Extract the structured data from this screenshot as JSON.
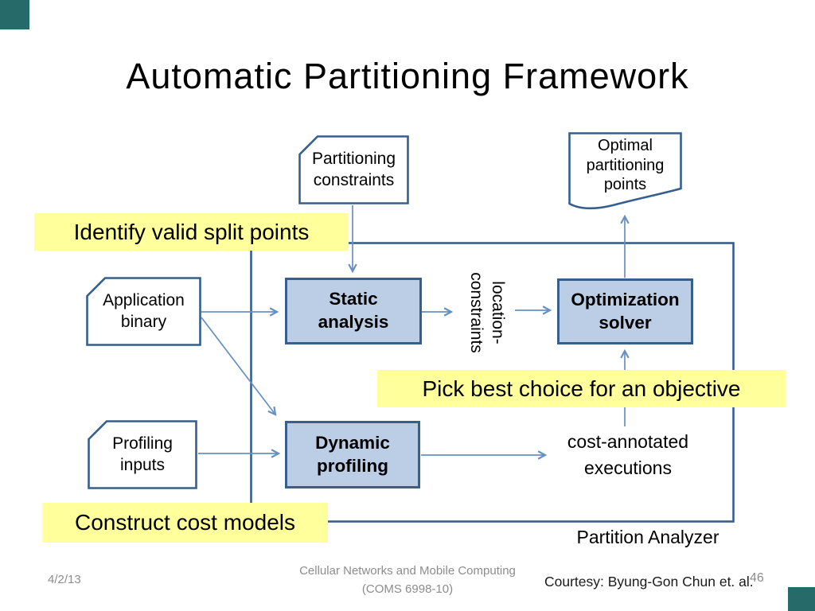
{
  "slide": {
    "title": "Automatic Partitioning Framework",
    "footer": {
      "date": "4/2/13",
      "course": [
        "Cellular Networks and Mobile Computing",
        "(COMS 6998-10)"
      ],
      "courtesy": "Courtesy: Byung-Gon Chun et. al.",
      "page_number": "46"
    }
  },
  "diagram": {
    "container_label": "Partition Analyzer",
    "input_shapes": {
      "partitioning_constraints": {
        "lines": [
          "Partitioning",
          "constraints"
        ]
      },
      "application_binary": {
        "lines": [
          "Application",
          "binary"
        ]
      },
      "profiling_inputs": {
        "lines": [
          "Profiling",
          "inputs"
        ]
      }
    },
    "output_shape": {
      "optimal_partitioning_points": {
        "lines": [
          "Optimal",
          "partitioning",
          "points"
        ]
      }
    },
    "process_boxes": {
      "static_analysis": {
        "lines": [
          "Static",
          "analysis"
        ]
      },
      "optimization_solver": {
        "lines": [
          "Optimization",
          "solver"
        ]
      },
      "dynamic_profiling": {
        "lines": [
          "Dynamic",
          "profiling"
        ]
      }
    },
    "edge_labels": {
      "location_constraints": {
        "lines": [
          "location-",
          "constraints"
        ]
      },
      "cost_annotated": {
        "lines": [
          "cost-annotated",
          "executions"
        ]
      }
    },
    "highlights": {
      "identify_split_points": "Identify valid split points",
      "pick_best_choice": "Pick best choice for an objective",
      "construct_cost_models": "Construct cost models"
    },
    "colors": {
      "shape_border": "#365f8c",
      "process_fill": "#bccee6",
      "connector": "#6790c2",
      "highlight_fill": "#ffff9b",
      "footer_text": "#8c8c8c",
      "corner_accent": "#266a6a"
    }
  }
}
